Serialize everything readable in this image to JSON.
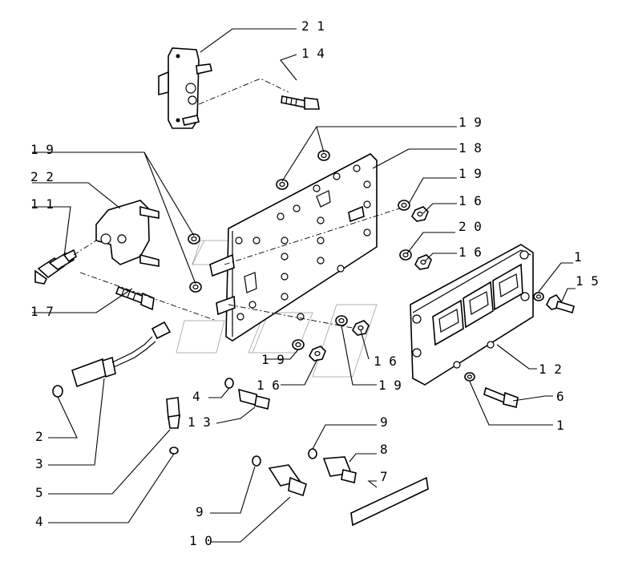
{
  "callouts": [
    {
      "id": "21",
      "text": "2 1"
    },
    {
      "id": "14",
      "text": "1 4"
    },
    {
      "id": "19a",
      "text": "1 9"
    },
    {
      "id": "19b",
      "text": "1 9"
    },
    {
      "id": "18",
      "text": "1 8"
    },
    {
      "id": "22",
      "text": "2 2"
    },
    {
      "id": "19c",
      "text": "1 9"
    },
    {
      "id": "11",
      "text": "1 1"
    },
    {
      "id": "16a",
      "text": "1 6"
    },
    {
      "id": "20",
      "text": "2 0"
    },
    {
      "id": "16b",
      "text": "1 6"
    },
    {
      "id": "1a",
      "text": "1"
    },
    {
      "id": "15",
      "text": "1 5"
    },
    {
      "id": "17",
      "text": "1 7"
    },
    {
      "id": "19d",
      "text": "1 9"
    },
    {
      "id": "16c",
      "text": "1 6"
    },
    {
      "id": "16d",
      "text": "1 6"
    },
    {
      "id": "19e",
      "text": "1 9"
    },
    {
      "id": "12",
      "text": "1 2"
    },
    {
      "id": "4a",
      "text": "4"
    },
    {
      "id": "6",
      "text": "6"
    },
    {
      "id": "13",
      "text": "1 3"
    },
    {
      "id": "1b",
      "text": "1"
    },
    {
      "id": "2",
      "text": "2"
    },
    {
      "id": "9a",
      "text": "9"
    },
    {
      "id": "3",
      "text": "3"
    },
    {
      "id": "8",
      "text": "8"
    },
    {
      "id": "5",
      "text": "5"
    },
    {
      "id": "7",
      "text": "7"
    },
    {
      "id": "4b",
      "text": "4"
    },
    {
      "id": "9b",
      "text": "9"
    },
    {
      "id": "10",
      "text": "1 0"
    }
  ]
}
